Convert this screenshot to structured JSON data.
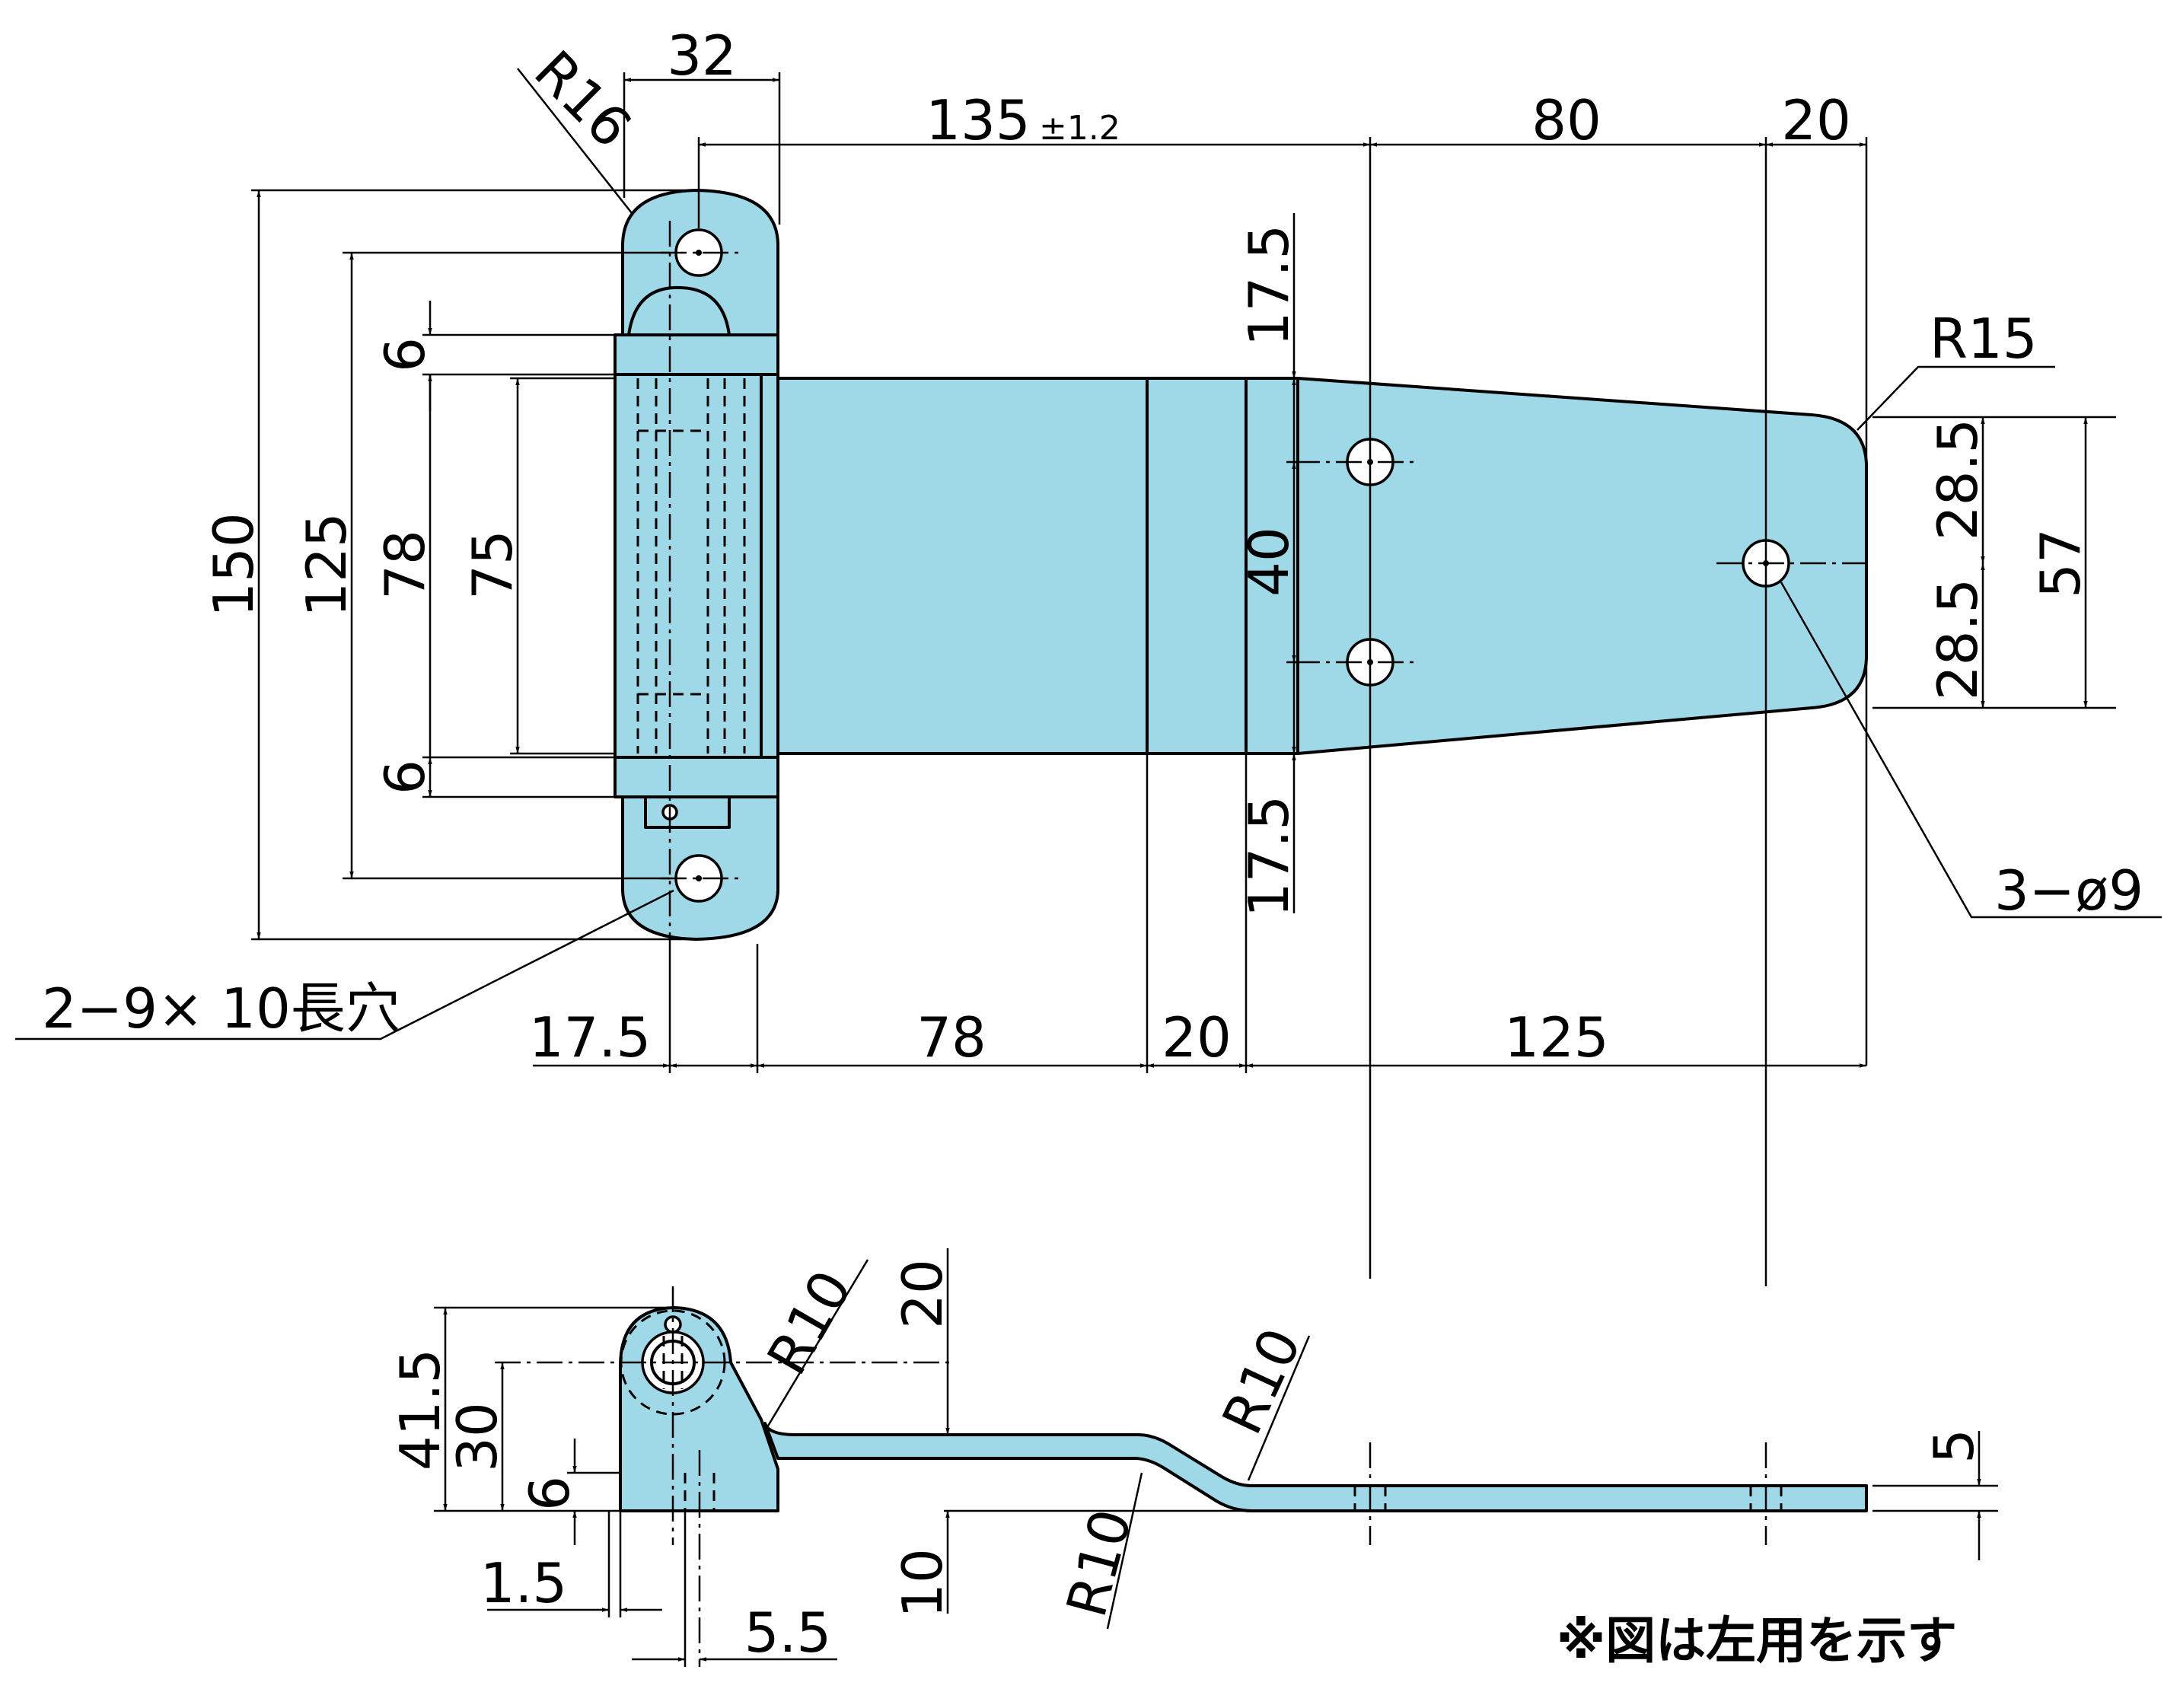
{
  "colors": {
    "part_fill": "#9fd9e8",
    "line": "#000000",
    "background": "#ffffff"
  },
  "top_view": {
    "dims": {
      "hinge_width": "32",
      "knuckle_radius": "R16",
      "pitch_main": "135",
      "pitch_tol": "±1.2",
      "hole_pitch_80": "80",
      "end_20": "20",
      "end_radius": "R15",
      "offset_175_top": "17.5",
      "offset_175_bottom": "17.5",
      "hole_spacing_40": "40",
      "half_285_top": "28.5",
      "half_285_bottom": "28.5",
      "end_width_57": "57",
      "overall_150": "150",
      "slot_pitch_125": "125",
      "leaf_width_78": "78",
      "pin_length_75": "75",
      "gap_6_top": "6",
      "gap_6_bottom": "6",
      "holes_3": "3−ø9",
      "slots_2": "2−9× 10長穴",
      "bottom_175": "17.5",
      "bottom_78": "78",
      "bottom_20": "20",
      "bottom_125": "125"
    }
  },
  "side_view": {
    "dims": {
      "h_415": "41.5",
      "h_30": "30",
      "h_6": "6",
      "t_15": "1.5",
      "t_55": "5.5",
      "r10_a": "R10",
      "r10_b": "R10",
      "r10_c": "R10",
      "v_20": "20",
      "v_10": "10",
      "thk_5": "5"
    }
  },
  "note": "※図は左用を示す"
}
